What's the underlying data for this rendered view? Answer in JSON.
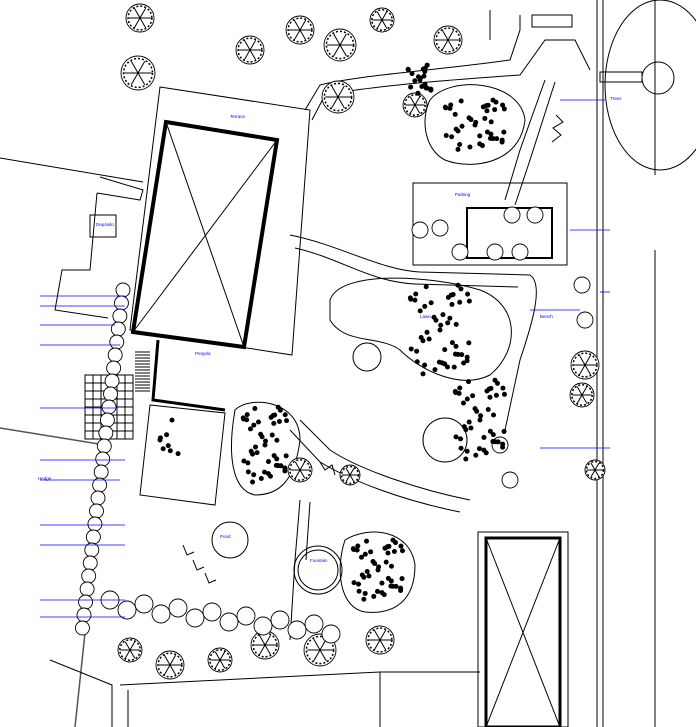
{
  "drawing": {
    "type": "landscape site plan",
    "label_color": "#0000ff",
    "line_color": "#000000",
    "labels": [
      {
        "id": "building-label",
        "text": "Terrace"
      },
      {
        "id": "storage-label",
        "text": "Depósito"
      },
      {
        "id": "lawn-label",
        "text": "Lawn"
      },
      {
        "id": "pergola-label",
        "text": "Pergola"
      },
      {
        "id": "fountain-label",
        "text": "Fountain"
      },
      {
        "id": "parking-label",
        "text": "Parking"
      },
      {
        "id": "bench-label",
        "text": "Bench"
      },
      {
        "id": "pond-label",
        "text": "Pond"
      },
      {
        "id": "trees-label",
        "text": "Trees"
      },
      {
        "id": "hedge-label",
        "text": "Hedge"
      }
    ]
  }
}
